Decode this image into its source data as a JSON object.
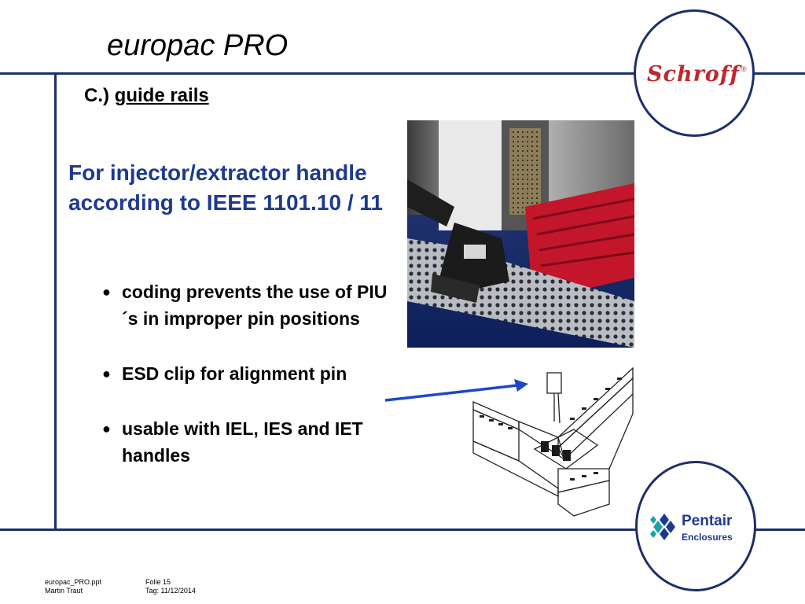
{
  "slide": {
    "title": "europac PRO",
    "subtitle_prefix": "C.) ",
    "subtitle_underlined": "guide rails",
    "heading": "For injector/extractor handle according to IEEE 1101.10 / 11",
    "bullets": [
      "coding prevents the use of PIU´s in improper pin positions",
      "ESD clip for alignment pin",
      "usable with IEL, IES and IET handles"
    ],
    "bullet_glyph": "●"
  },
  "logos": {
    "schroff": {
      "text": "Schroff",
      "reg_mark": "®"
    },
    "pentair": {
      "name": "Pentair",
      "subname": "Enclosures"
    }
  },
  "footer": {
    "file": "europac_PRO.ppt",
    "author": "Martin Traut",
    "slide_label": "Folie 15",
    "date_label": "Tag: 11/12/2014"
  },
  "colors": {
    "rule": "#1c2f6b",
    "heading": "#1d3a8f",
    "arrow": "#1e46c8",
    "schroff_red": "#c0272d"
  },
  "icons": {
    "arrow": "arrow-right-icon",
    "pentair_mark": "pentair-diamond-icon"
  }
}
